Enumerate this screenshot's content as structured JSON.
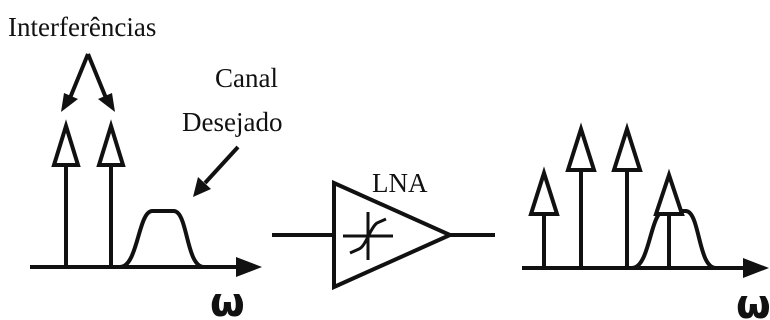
{
  "labels": {
    "interferences": "Interferências",
    "channel_line1": "Canal",
    "channel_line2": "Desejado",
    "amplifier": "LNA",
    "omega": "ω"
  },
  "colors": {
    "ink": "#111111",
    "background": "#ffffff"
  }
}
